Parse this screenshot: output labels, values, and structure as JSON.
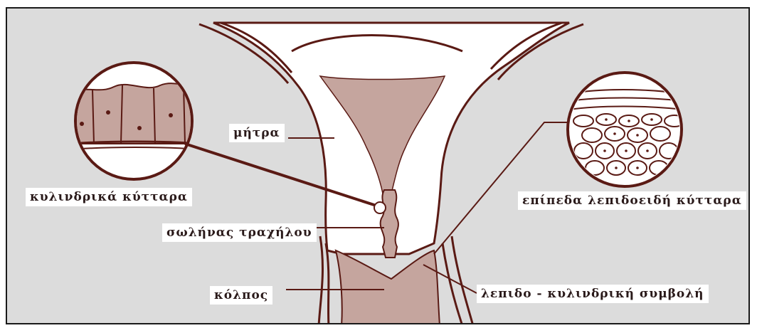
{
  "labels": {
    "uterus": "μήτρα",
    "columnar_cells": "κυλινδρικά κύτταρα",
    "squamous_cells": "επίπεδα λεπιδοειδή κύτταρα",
    "cervical_canal": "σωλήνας τραχήλου",
    "vagina": "κόλπος",
    "junction": "λεπιδο - κυλινδρική συμβολή"
  },
  "colors": {
    "outline": "#5a1a14",
    "tissue": "#c5a59e",
    "background": "#dcdcdc",
    "body_fill": "#ffffff"
  }
}
